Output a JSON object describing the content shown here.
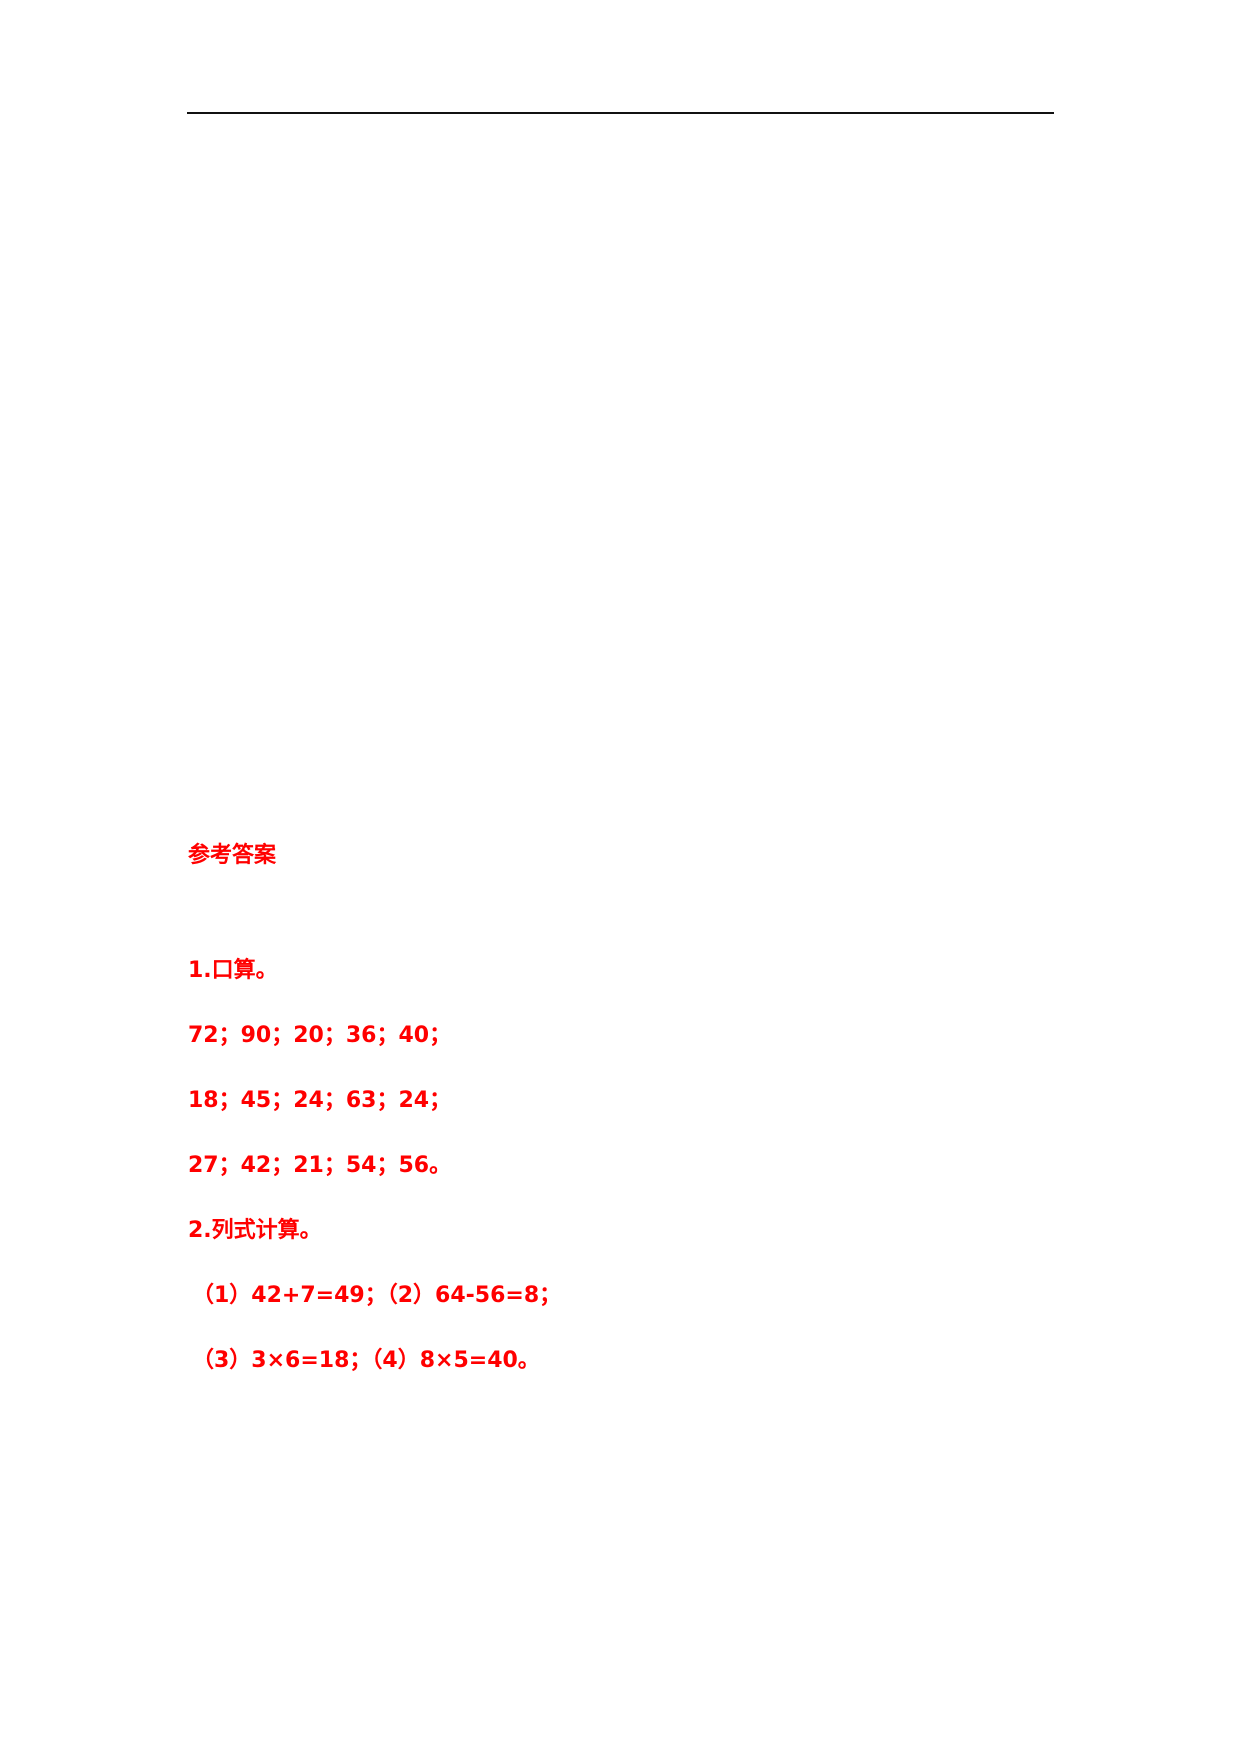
{
  "document": {
    "header_rule": true,
    "answers_title": "参考答案",
    "section1": {
      "heading": "1.口算。",
      "rows": [
        "72；90；20；36；40；",
        "18；45；24；63；24；",
        "27；42；21；54；56。"
      ]
    },
    "section2": {
      "heading": "2.列式计算。",
      "rows": [
        "（1）42+7=49；（2）64-56=8；",
        "（3）3×6=18；（4）8×5=40。"
      ]
    },
    "text_color": "#ff0000"
  }
}
